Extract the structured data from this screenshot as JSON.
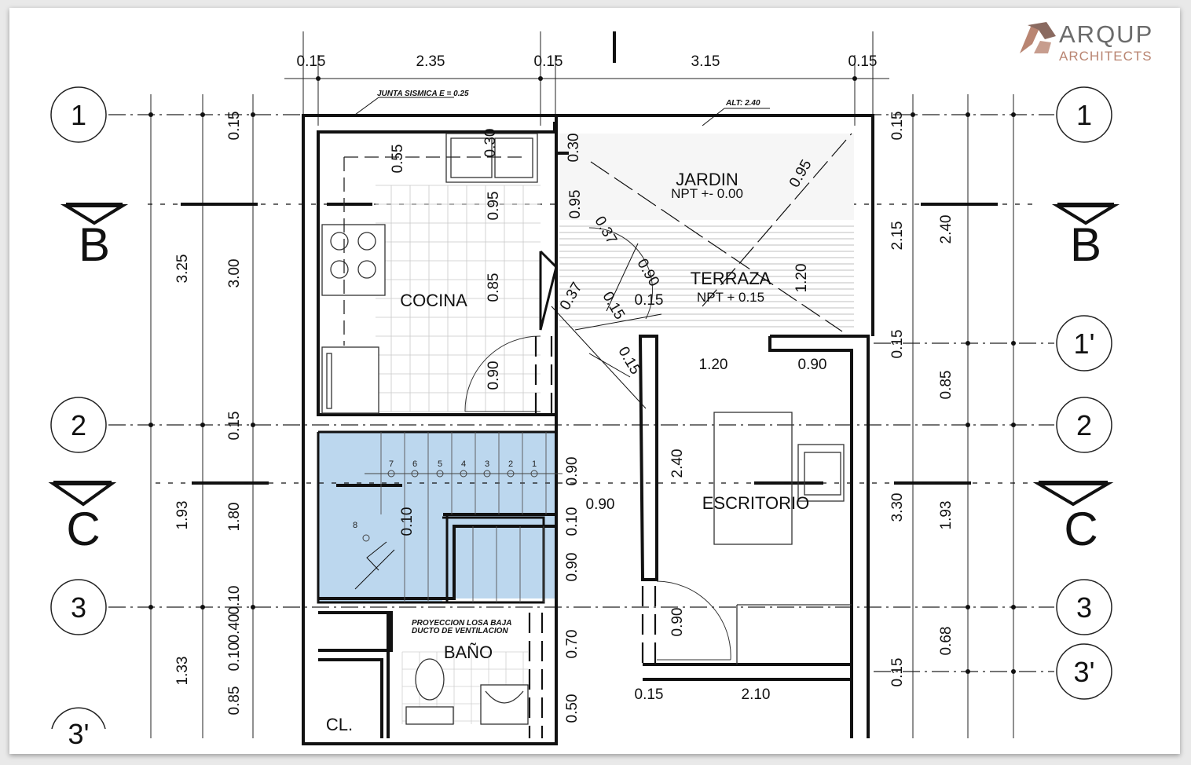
{
  "logo": {
    "brand": "ARQUP",
    "sub": "ARCHITECTS",
    "icon": "arqup-logo-icon",
    "colors": {
      "dark": "#6b6b6b",
      "accent": "#b98572"
    }
  },
  "axes": {
    "left": [
      "1",
      "2",
      "3",
      "3'"
    ],
    "right": [
      "1",
      "1'",
      "2",
      "3",
      "3'"
    ]
  },
  "sections": {
    "b": "B",
    "c": "C"
  },
  "rooms": {
    "cocina": "COCINA",
    "jardin": "JARDIN",
    "jardin_npt": "NPT +- 0.00",
    "terraza": "TERRAZA",
    "terraza_npt": "NPT + 0.15",
    "escritorio": "ESCRITORIO",
    "bano": "BAÑO",
    "closet": "CL."
  },
  "notes": {
    "junta": "JUNTA SISMICA   E = 0.25",
    "alt": "ALT: 2.40",
    "proyeccion": "PROYECCION LOSA BAJA",
    "ducto": "DUCTO DE VENTILACION"
  },
  "top_dims": [
    "0.15",
    "2.35",
    "0.15",
    "3.15",
    "0.15"
  ],
  "left_dims_outer": [
    "3.25",
    "1.93",
    "1.33"
  ],
  "left_dims_inner": [
    "0.15",
    "3.00",
    "0.15",
    "1.80",
    "0.10",
    "0.40",
    "0.10",
    "0.85"
  ],
  "right_dims_inner": [
    "0.15",
    "2.15",
    "0.15",
    "3.30",
    "0.15"
  ],
  "right_dims_outer": [
    "2.40",
    "0.85",
    "1.93",
    "0.68"
  ],
  "interior_dims": {
    "d055": "0.55",
    "d095a": "0.95",
    "d085": "0.85",
    "d090a": "0.90",
    "d030a": "0.30",
    "d030b": "0.30",
    "d095b": "0.95",
    "d037a": "0.37",
    "d037b": "0.37",
    "d090b": "0.90",
    "d015a": "0.15",
    "d015b": "0.15",
    "d015c": "0.15",
    "d120a": "1.20",
    "d095c": "0.95",
    "d120b": "1.20",
    "d090c": "0.90",
    "d240": "2.40",
    "d090d": "0.90",
    "d090e": "0.90",
    "d010a": "0.10",
    "d010b": "0.10",
    "d090f": "0.90",
    "d070": "0.70",
    "d050": "0.50",
    "d090g": "0.90",
    "d015d": "0.15",
    "d210": "2.10"
  },
  "stair_steps": [
    "1",
    "2",
    "3",
    "4",
    "5",
    "6",
    "7",
    "8"
  ],
  "stair_fill": "#bcd7ee"
}
